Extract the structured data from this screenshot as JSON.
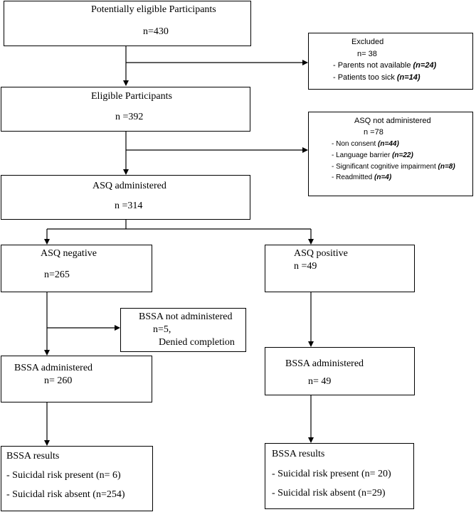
{
  "boxes": {
    "eligible_potential": {
      "title": "Potentially eligible Participants",
      "count": "n=430"
    },
    "excluded": {
      "title": "Excluded",
      "count": "n= 38",
      "items": [
        {
          "label": "- Parents not available ",
          "n": "(n=24)"
        },
        {
          "label": "- Patients too sick ",
          "n": "(n=14)"
        }
      ]
    },
    "eligible": {
      "title": "Eligible Participants",
      "count": "n =392"
    },
    "asq_not_administered": {
      "title": "ASQ not administered",
      "count": "n =78",
      "items": [
        {
          "label": "- Non consent ",
          "n": "(n=44)"
        },
        {
          "label": "- Language barrier ",
          "n": "(n=22)"
        },
        {
          "label": "- Significant cognitive impairment ",
          "n": "(n=8)"
        },
        {
          "label": "- Readmitted ",
          "n": "(n=4)"
        }
      ]
    },
    "asq_administered": {
      "title": "ASQ administered",
      "count": "n =314"
    },
    "asq_negative": {
      "title": "ASQ negative",
      "count": "n=265"
    },
    "asq_positive": {
      "title": "ASQ positive",
      "count": "n =49"
    },
    "bssa_not_administered": {
      "title": "BSSA not administered",
      "count": "n=5,",
      "reason": "Denied completion"
    },
    "bssa_admin_left": {
      "title": "BSSA administered",
      "count": "n= 260"
    },
    "bssa_admin_right": {
      "title": "BSSA administered",
      "count": "n= 49"
    },
    "results_left": {
      "title": "BSSA results",
      "items": [
        "- Suicidal risk present (n= 6)",
        "- Suicidal risk absent (n=254)"
      ]
    },
    "results_right": {
      "title": "BSSA results",
      "items": [
        "- Suicidal risk present (n= 20)",
        "- Suicidal risk absent (n=29)"
      ]
    }
  }
}
